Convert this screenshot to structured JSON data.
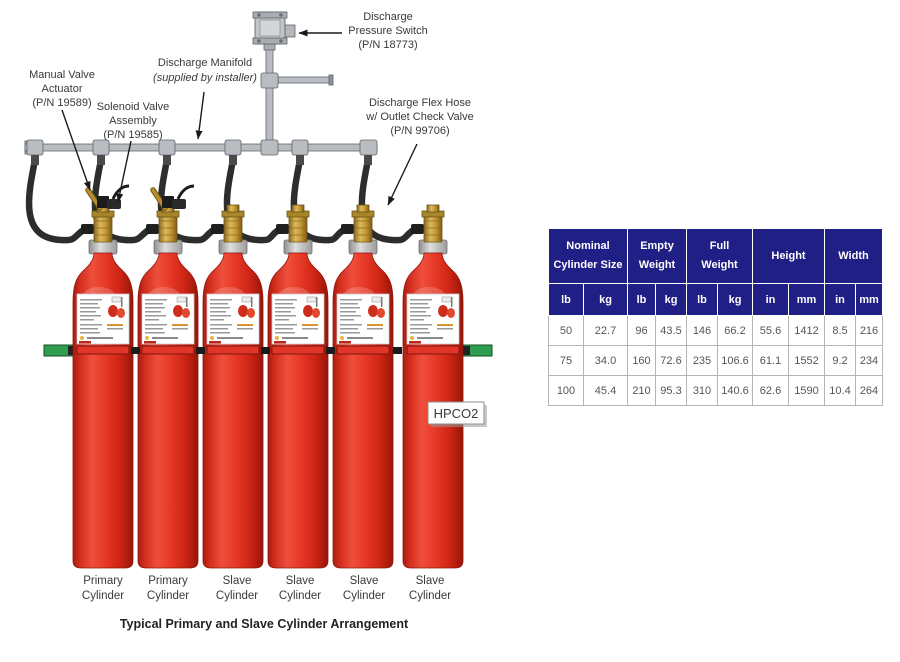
{
  "colors": {
    "cylinder_red": "#dd2a1c",
    "bracket_green": "#2f9e4e",
    "valve_brass": "#c09a3e",
    "hose_black": "#2d2d2d",
    "pipe_gray": "#b9bdc1",
    "table_header_bg": "#1f1f85",
    "table_text": "#555555"
  },
  "diagram": {
    "callouts": {
      "manual_valve_actuator": {
        "lines": [
          "Manual Valve",
          "Actuator",
          "(P/N 19589)"
        ]
      },
      "solenoid_valve_assembly": {
        "lines": [
          "Solenoid Valve",
          "Assembly",
          "(P/N 19585)"
        ]
      },
      "discharge_manifold": {
        "lines": [
          "Discharge Manifold",
          "(supplied by installer)"
        ]
      },
      "discharge_pressure_switch": {
        "lines": [
          "Discharge",
          "Pressure Switch",
          "(P/N 18773)"
        ]
      },
      "discharge_flex_hose": {
        "lines": [
          "Discharge Flex Hose",
          "w/ Outlet Check Valve",
          "(P/N 99706)"
        ]
      }
    },
    "cylinders": [
      {
        "type": "Primary",
        "label_line1": "Primary",
        "label_line2": "Cylinder"
      },
      {
        "type": "Primary",
        "label_line1": "Primary",
        "label_line2": "Cylinder"
      },
      {
        "type": "Slave",
        "label_line1": "Slave",
        "label_line2": "Cylinder"
      },
      {
        "type": "Slave",
        "label_line1": "Slave",
        "label_line2": "Cylinder"
      },
      {
        "type": "Slave",
        "label_line1": "Slave",
        "label_line2": "Cylinder"
      },
      {
        "type": "Slave",
        "label_line1": "Slave",
        "label_line2": "Cylinder"
      }
    ],
    "tag": "HPCO2",
    "caption": "Typical Primary and Slave Cylinder Arrangement"
  },
  "table": {
    "col_groups": [
      {
        "line1": "Nominal",
        "line2": "Cylinder Size"
      },
      {
        "line1": "Empty",
        "line2": "Weight"
      },
      {
        "line1": "Full",
        "line2": "Weight"
      },
      {
        "line1": "Height"
      },
      {
        "line1": "Width"
      }
    ],
    "units": [
      "lb",
      "kg",
      "lb",
      "kg",
      "lb",
      "kg",
      "in",
      "mm",
      "in",
      "mm"
    ],
    "rows": [
      [
        "50",
        "22.7",
        "96",
        "43.5",
        "146",
        "66.2",
        "55.6",
        "1412",
        "8.5",
        "216"
      ],
      [
        "75",
        "34.0",
        "160",
        "72.6",
        "235",
        "106.6",
        "61.1",
        "1552",
        "9.2",
        "234"
      ],
      [
        "100",
        "45.4",
        "210",
        "95.3",
        "310",
        "140.6",
        "62.6",
        "1590",
        "10.4",
        "264"
      ]
    ]
  }
}
